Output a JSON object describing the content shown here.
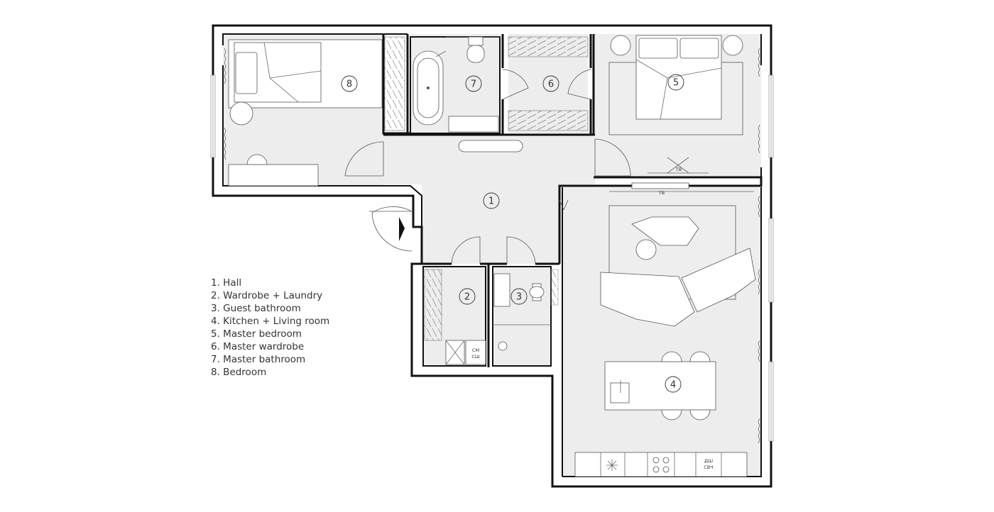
{
  "rooms": [
    {
      "number": "1"
    },
    {
      "number": "2"
    },
    {
      "number": "3"
    },
    {
      "number": "4"
    },
    {
      "number": "5"
    },
    {
      "number": "6"
    },
    {
      "number": "7"
    },
    {
      "number": "8"
    }
  ],
  "appliance_labels": {
    "tv_bedroom": "ТВ",
    "tv_living": "ТВ",
    "washer_dryer_1": "СМ",
    "washer_dryer_2": "СШ",
    "dishwasher": "ДШ",
    "microwave": "СВЧ"
  },
  "legend": [
    "1. Hall",
    "2. Wardrobe + Laundry",
    "3. Guest bathroom",
    "4. Kitchen + Living room",
    "5. Master bedroom",
    "6. Master wardrobe",
    "7. Master bathroom",
    "8. Bedroom"
  ]
}
